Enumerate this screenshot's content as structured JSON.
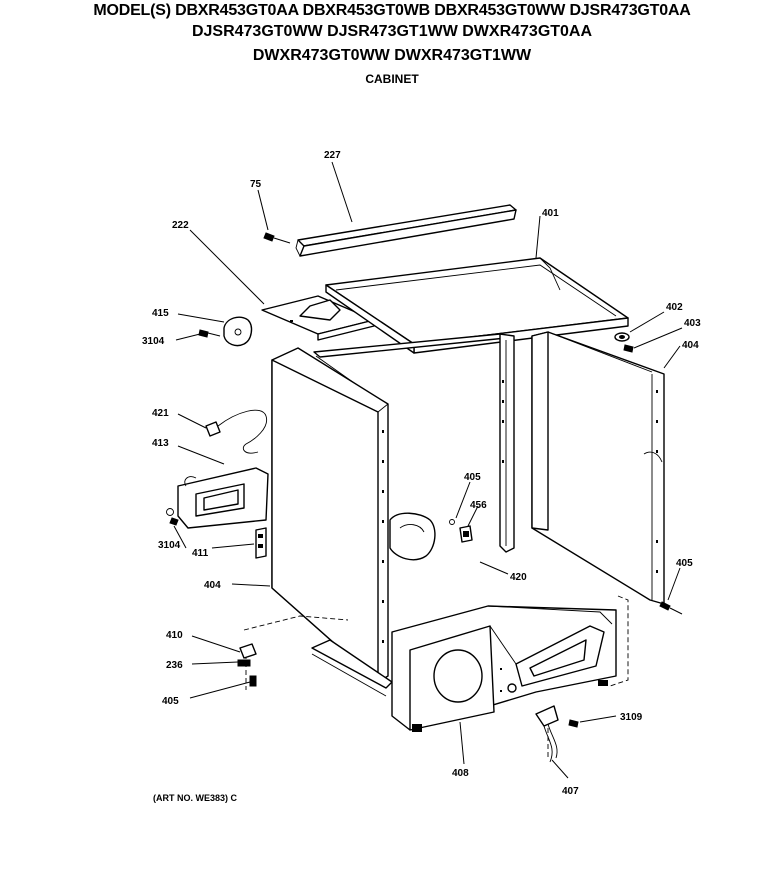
{
  "header": {
    "line1": "MODEL(S) DBXR453GT0AA  DBXR453GT0WB  DBXR453GT0WW  DJSR473GT0AA",
    "line2": "DJSR473GT0WW  DJSR473GT1WW  DWXR473GT0AA",
    "line3": "DWXR473GT0WW  DWXR473GT1WW",
    "section": "CABINET"
  },
  "art_number": "(ART NO. WE383) C",
  "callouts": {
    "c227": "227",
    "c75": "75",
    "c401": "401",
    "c222": "222",
    "c415": "415",
    "c3104a": "3104",
    "c402": "402",
    "c403": "403",
    "c404a": "404",
    "c421": "421",
    "c413": "413",
    "c405a": "405",
    "c456": "456",
    "c3104b": "3104",
    "c411": "411",
    "c404b": "404",
    "c420": "420",
    "c405b": "405",
    "c410": "410",
    "c236": "236",
    "c405c": "405",
    "c3109": "3109",
    "c408": "408",
    "c407": "407"
  }
}
